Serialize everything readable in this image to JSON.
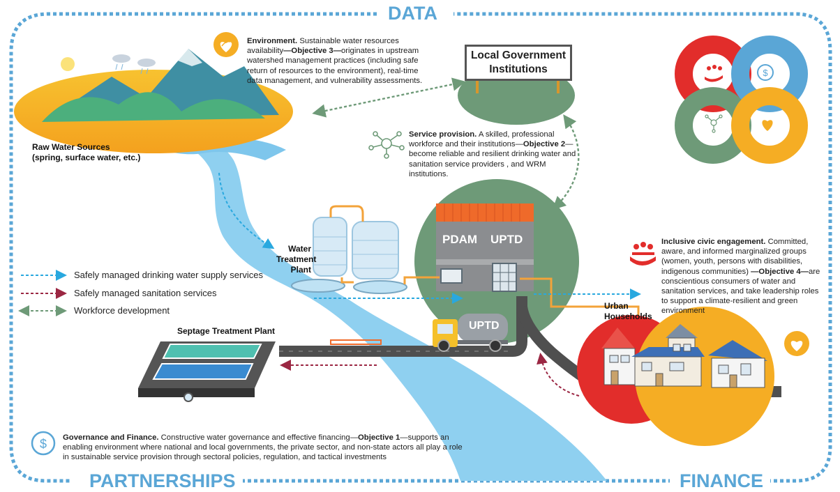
{
  "frame": {
    "top_label": "DATA",
    "bottom_left_label": "PARTNERSHIPS",
    "bottom_right_label": "FINANCE"
  },
  "environment": {
    "title": "Environment.",
    "text_a": " Sustainable water resources availability",
    "objective": "—Objective 3—",
    "text_b": "originates in upstream watershed management practices (including safe return of resources to the environment), real-time data management, and vulnerability assessments."
  },
  "local_gov": {
    "line1": "Local Government",
    "line2": "Institutions"
  },
  "raw_water": {
    "line1": "Raw Water Sources",
    "line2": "(spring, surface water, etc.)"
  },
  "service": {
    "title": "Service provision.",
    "text_a": "  A skilled, professional workforce and their institutions—",
    "objective": "Objective 2",
    "text_b": "—become reliable and resilient drinking water and sanitation service providers , and WRM institutions."
  },
  "building": {
    "left_sign": "PDAM",
    "right_sign": "UPTD"
  },
  "truck": {
    "label": "UPTD"
  },
  "wtp": {
    "line1": "Water",
    "line2": "Treatment",
    "line3": "Plant"
  },
  "stp": {
    "label": "Septage Treatment Plant"
  },
  "urban": {
    "line1": "Urban",
    "line2": "Households"
  },
  "civic": {
    "title": "Inclusive civic engagement.",
    "text_a": " Committed, aware, and informed marginalized groups (women, youth, persons with disabilities, indigenous communities) ",
    "objective": "—Objective 4—",
    "text_b": "are conscientious consumers of water and sanitation services, and take leadership roles to support a climate-resilient and green environment"
  },
  "legend": [
    {
      "label": "Safely managed drinking water supply services",
      "color": "#29a8df"
    },
    {
      "label": "Safely managed sanitation services",
      "color": "#9b2743"
    },
    {
      "label": "Workforce development",
      "color": "#6e9a78"
    }
  ],
  "governance": {
    "title": "Governance and Finance.",
    "text_a": " Constructive water governance and effective financing—",
    "objective": "Objective 1",
    "text_b": "—supports an enabling environment where national and local governments, the private sector, and non-state actors all play a role in sustainable service provision through sectoral policies, regulation, and tactical investments"
  },
  "colors": {
    "frame_blue": "#5aa6d6",
    "river": "#8fd0f0",
    "road": "#4f4f4f",
    "green_circle": "#6e9a78",
    "red": "#e22d2b",
    "orange": "#f5ad24",
    "roof_orange": "#ef6a2a"
  },
  "icons": [
    "heart-leaf-icon",
    "network-icon",
    "people-hand-icon",
    "dollar-icon",
    "infinity-logo"
  ]
}
